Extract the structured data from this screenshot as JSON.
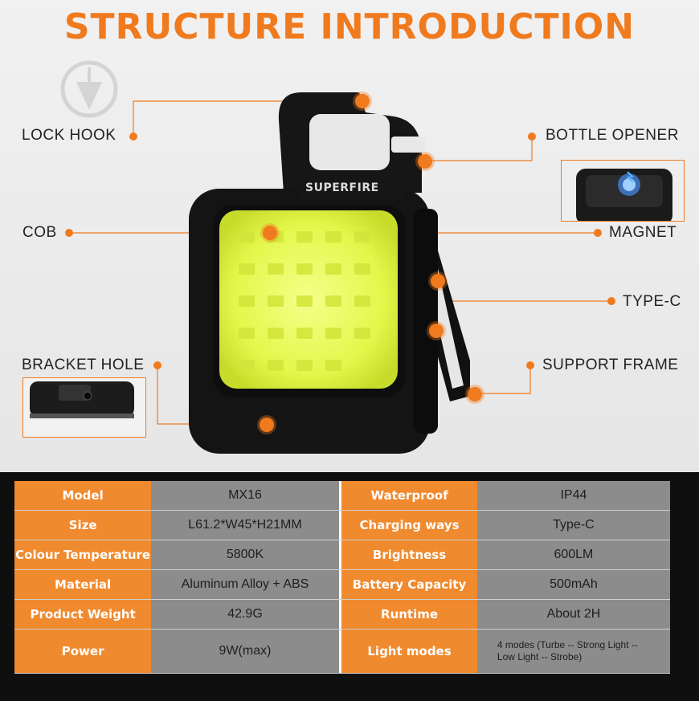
{
  "title": "STRUCTURE INTRODUCTION",
  "brand": "SUPERFIRE",
  "callouts": {
    "lock_hook": "LOCK HOOK",
    "bottle_opener": "BOTTLE OPENER",
    "cob": "COB",
    "magnet": "MAGNET",
    "type_c": "TYPE-C",
    "bracket_hole": "BRACKET HOLE",
    "support_frame": "SUPPORT FRAME"
  },
  "specs": [
    {
      "k1": "Model",
      "v1": "MX16",
      "k2": "Waterproof",
      "v2": "IP44"
    },
    {
      "k1": "Size",
      "v1": "L61.2*W45*H21MM",
      "k2": "Charging ways",
      "v2": "Type-C"
    },
    {
      "k1": "Colour Temperature",
      "v1": "5800K",
      "k2": "Brightness",
      "v2": "600LM"
    },
    {
      "k1": "Material",
      "v1": "Aluminum Alloy + ABS",
      "k2": "Battery Capacity",
      "v2": "500mAh"
    },
    {
      "k1": "Product Weight",
      "v1": "42.9G",
      "k2": "Runtime",
      "v2": "About 2H"
    },
    {
      "k1": "Power",
      "v1": "9W(max)",
      "k2": "Light modes",
      "v2": "4 modes (Turbe -- Strong Light -- Low Light -- Strobe)"
    }
  ],
  "colors": {
    "accent": "#f07a1e",
    "key_cell": "#f08a2e",
    "value_cell": "#8c8c8c",
    "cob_glow": "#e9ff5a"
  }
}
